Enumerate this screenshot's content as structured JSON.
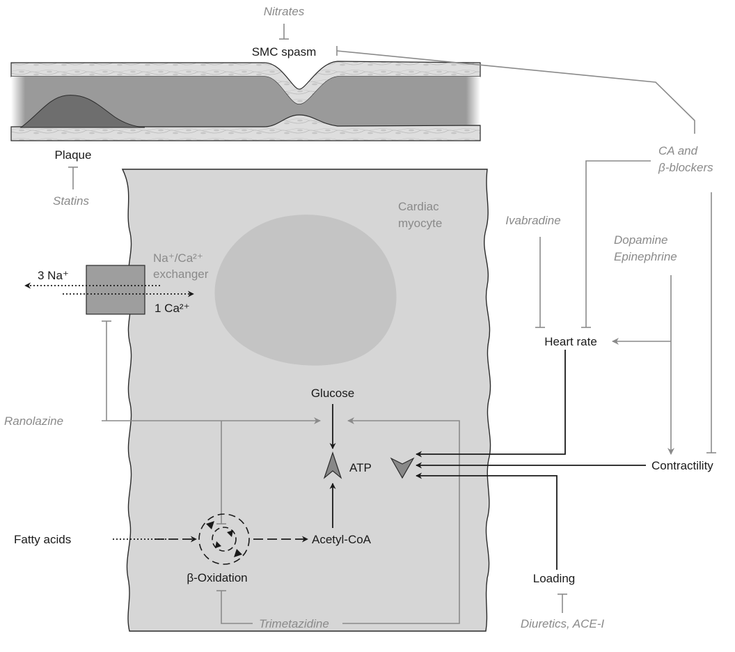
{
  "labels": {
    "smc_spasm": "SMC spasm",
    "plaque": "Plaque",
    "cardiac_myocyte": [
      "Cardiac",
      "myocyte"
    ],
    "exchanger": [
      "Na⁺/Ca²⁺",
      "exchanger"
    ],
    "na_out": "3 Na⁺",
    "ca_in": "1 Ca²⁺",
    "glucose": "Glucose",
    "atp": "ATP",
    "fatty_acids": "Fatty acids",
    "acetyl_coa": "Acetyl-CoA",
    "beta_oxidation": "β-Oxidation",
    "heart_rate": "Heart rate",
    "contractility": "Contractility",
    "loading": "Loading"
  },
  "drugs": {
    "nitrates": "Nitrates",
    "statins": "Statins",
    "ca_beta_blockers": [
      "CA and",
      "β-blockers"
    ],
    "ivabradine": "Ivabradine",
    "dopamine_epinephrine": [
      "Dopamine",
      "Epinephrine"
    ],
    "ranolazine": "Ranolazine",
    "trimetazidine": "Trimetazidine",
    "diuretics_ace": "Diuretics, ACE-I"
  },
  "colors": {
    "cell_fill": "#d6d6d6",
    "nucleus_fill": "#c4c4c4",
    "vessel_wall": "#dcdcdc",
    "vessel_lumen": "#9a9a9a",
    "plaque_fill": "#6e6e6e",
    "drug_text": "#8a8a8a",
    "pathway_line": "#1a1a1a"
  }
}
